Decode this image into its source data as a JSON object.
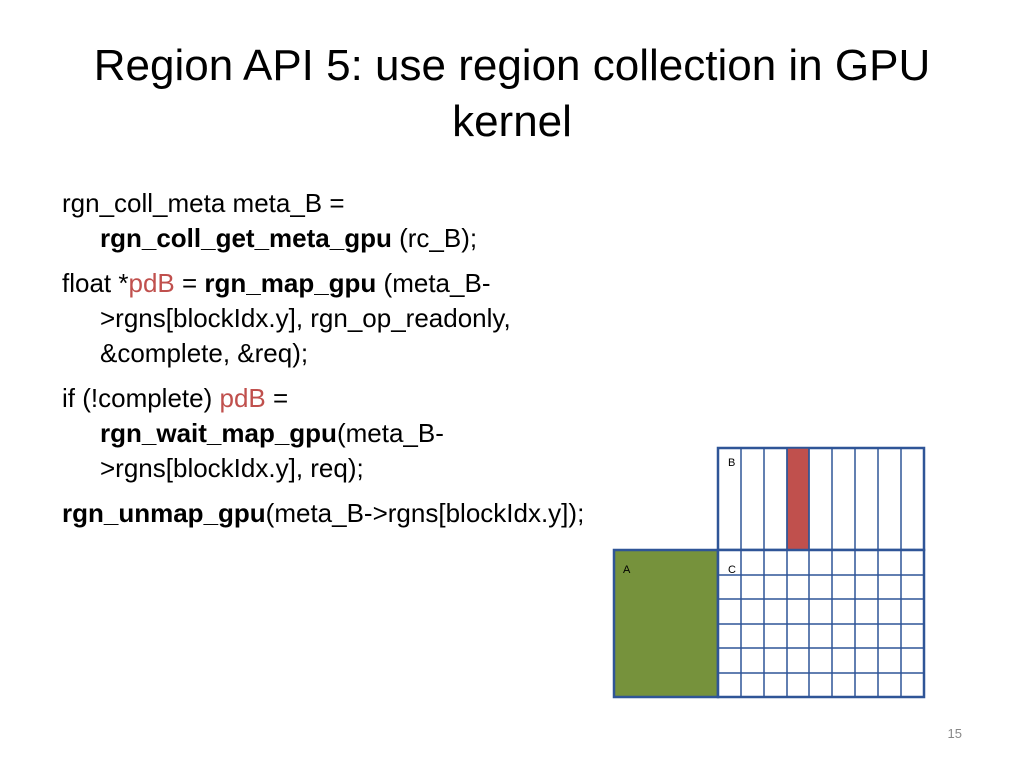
{
  "slide": {
    "title": "Region API 5: use region collection in GPU kernel",
    "page_number": "15"
  },
  "code": {
    "p1": {
      "a": "rgn_coll_meta meta_B = ",
      "b": "rgn_coll_get_meta_gpu",
      "c": " (rc_B);"
    },
    "p2": {
      "a": "float *",
      "b": "pdB",
      "c": " = ",
      "d": "rgn_map_gpu",
      "e": " (meta_B->rgns[blockIdx.y], rgn_op_readonly, &complete, &req);"
    },
    "p3": {
      "a": "if (!complete) ",
      "b": "pdB",
      "c": " = ",
      "d": "rgn_wait_map_gpu",
      "e": "(meta_B->rgns[blockIdx.y], req);"
    },
    "p4": {
      "a": "rgn_unmap_gpu",
      "b": "(meta_B->rgns[blockIdx.y]);"
    }
  },
  "diagram": {
    "label_a": "A",
    "label_b": "B",
    "label_c": "C",
    "colors": {
      "border": "#2f5597",
      "matrix_a": "#76923c",
      "highlight_column": "#c0504d"
    }
  }
}
